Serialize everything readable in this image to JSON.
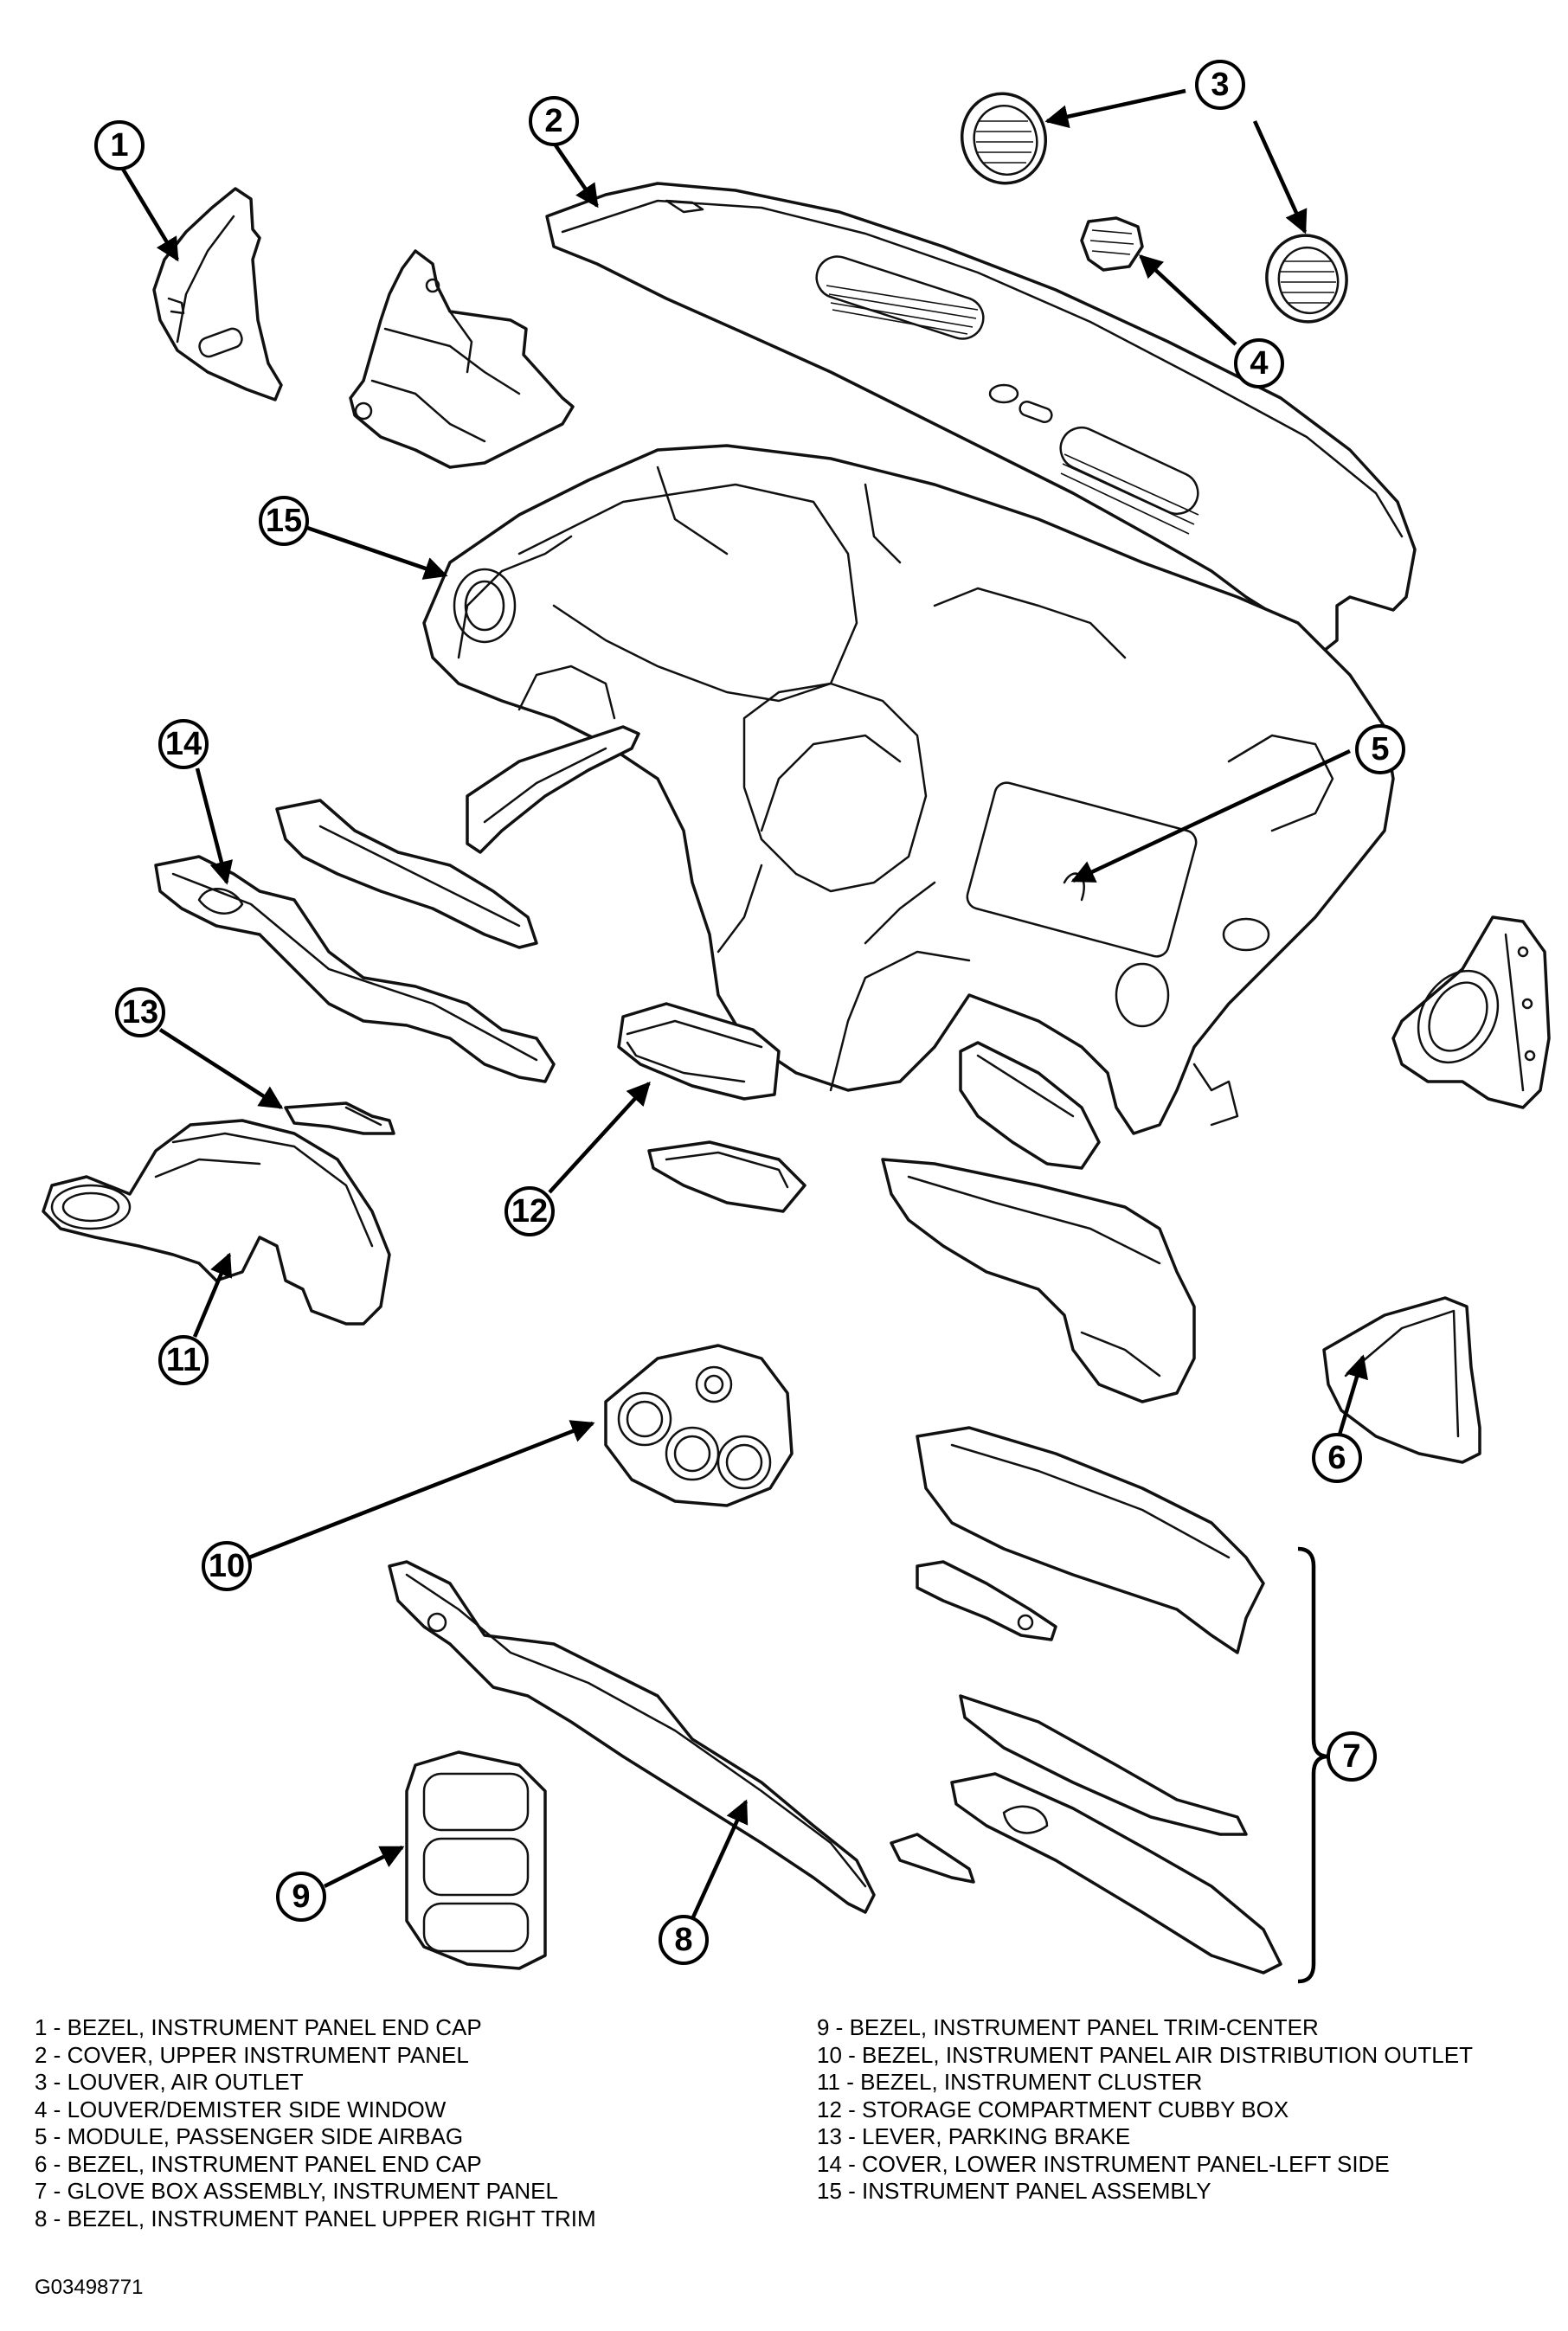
{
  "callouts": [
    "1",
    "2",
    "3",
    "4",
    "5",
    "6",
    "7",
    "8",
    "9",
    "10",
    "11",
    "12",
    "13",
    "14",
    "15"
  ],
  "legend": {
    "left": [
      "1 - BEZEL, INSTRUMENT PANEL END CAP",
      "2 - COVER, UPPER INSTRUMENT PANEL",
      "3 - LOUVER, AIR OUTLET",
      "4 - LOUVER/DEMISTER SIDE WINDOW",
      "5 - MODULE, PASSENGER SIDE AIRBAG",
      "6 - BEZEL, INSTRUMENT PANEL END CAP",
      "7 - GLOVE BOX ASSEMBLY, INSTRUMENT PANEL",
      "8 - BEZEL, INSTRUMENT PANEL UPPER RIGHT TRIM"
    ],
    "right": [
      "9 - BEZEL, INSTRUMENT PANEL TRIM-CENTER",
      "10 - BEZEL, INSTRUMENT PANEL AIR DISTRIBUTION OUTLET",
      "11 - BEZEL, INSTRUMENT CLUSTER",
      "12 - STORAGE COMPARTMENT CUBBY BOX",
      "13 - LEVER, PARKING BRAKE",
      "14 - COVER, LOWER INSTRUMENT PANEL-LEFT SIDE",
      "15 - INSTRUMENT PANEL ASSEMBLY"
    ]
  },
  "figure_code": "G03498771"
}
